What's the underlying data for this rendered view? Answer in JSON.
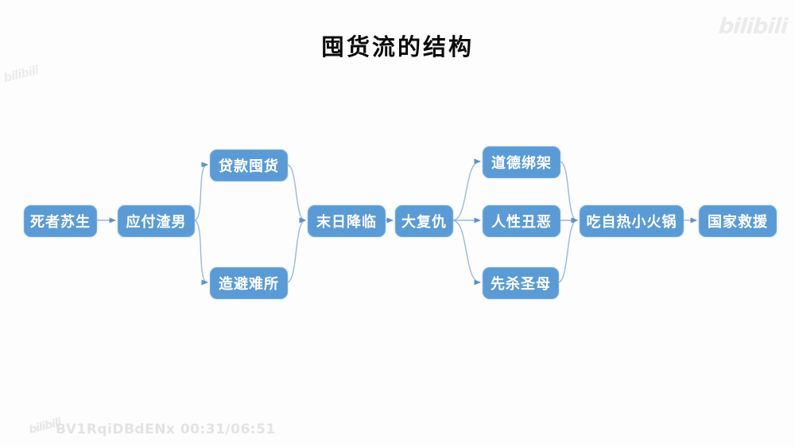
{
  "page": {
    "title": "囤货流的结构"
  },
  "watermarks": {
    "brand_top_left": "bilibili",
    "brand_top_right": "bilibili",
    "brand_bottom_left": "bilibili",
    "video_id_time": "BV1RqiDBdENx 00:31/06:51"
  },
  "colors": {
    "background": "#fdfdfd",
    "node_fill": "#5b9bd5",
    "node_border": "#6fa8dc",
    "node_text": "#ffffff",
    "connector": "#9ab8da",
    "arrowhead": "#5b92c8",
    "title_text": "#0a0a0a",
    "watermark_text": "#e9e9e9"
  },
  "diagram": {
    "nodes": [
      {
        "id": "revive",
        "label": "死者苏生"
      },
      {
        "id": "scumbag",
        "label": "应付渣男"
      },
      {
        "id": "loan",
        "label": "贷款囤货"
      },
      {
        "id": "shelter",
        "label": "造避难所"
      },
      {
        "id": "doomsday",
        "label": "末日降临"
      },
      {
        "id": "revenge",
        "label": "大复仇"
      },
      {
        "id": "moral",
        "label": "道德绑架"
      },
      {
        "id": "ugly",
        "label": "人性丑恶"
      },
      {
        "id": "saint",
        "label": "先杀圣母"
      },
      {
        "id": "hotpot",
        "label": "吃自热小火锅"
      },
      {
        "id": "rescue",
        "label": "国家救援"
      }
    ],
    "edges": [
      [
        "revive",
        "scumbag"
      ],
      [
        "scumbag",
        "loan"
      ],
      [
        "scumbag",
        "shelter"
      ],
      [
        "loan",
        "doomsday"
      ],
      [
        "shelter",
        "doomsday"
      ],
      [
        "doomsday",
        "revenge"
      ],
      [
        "revenge",
        "moral"
      ],
      [
        "revenge",
        "ugly"
      ],
      [
        "revenge",
        "saint"
      ],
      [
        "moral",
        "hotpot"
      ],
      [
        "ugly",
        "hotpot"
      ],
      [
        "saint",
        "hotpot"
      ],
      [
        "hotpot",
        "rescue"
      ]
    ]
  }
}
